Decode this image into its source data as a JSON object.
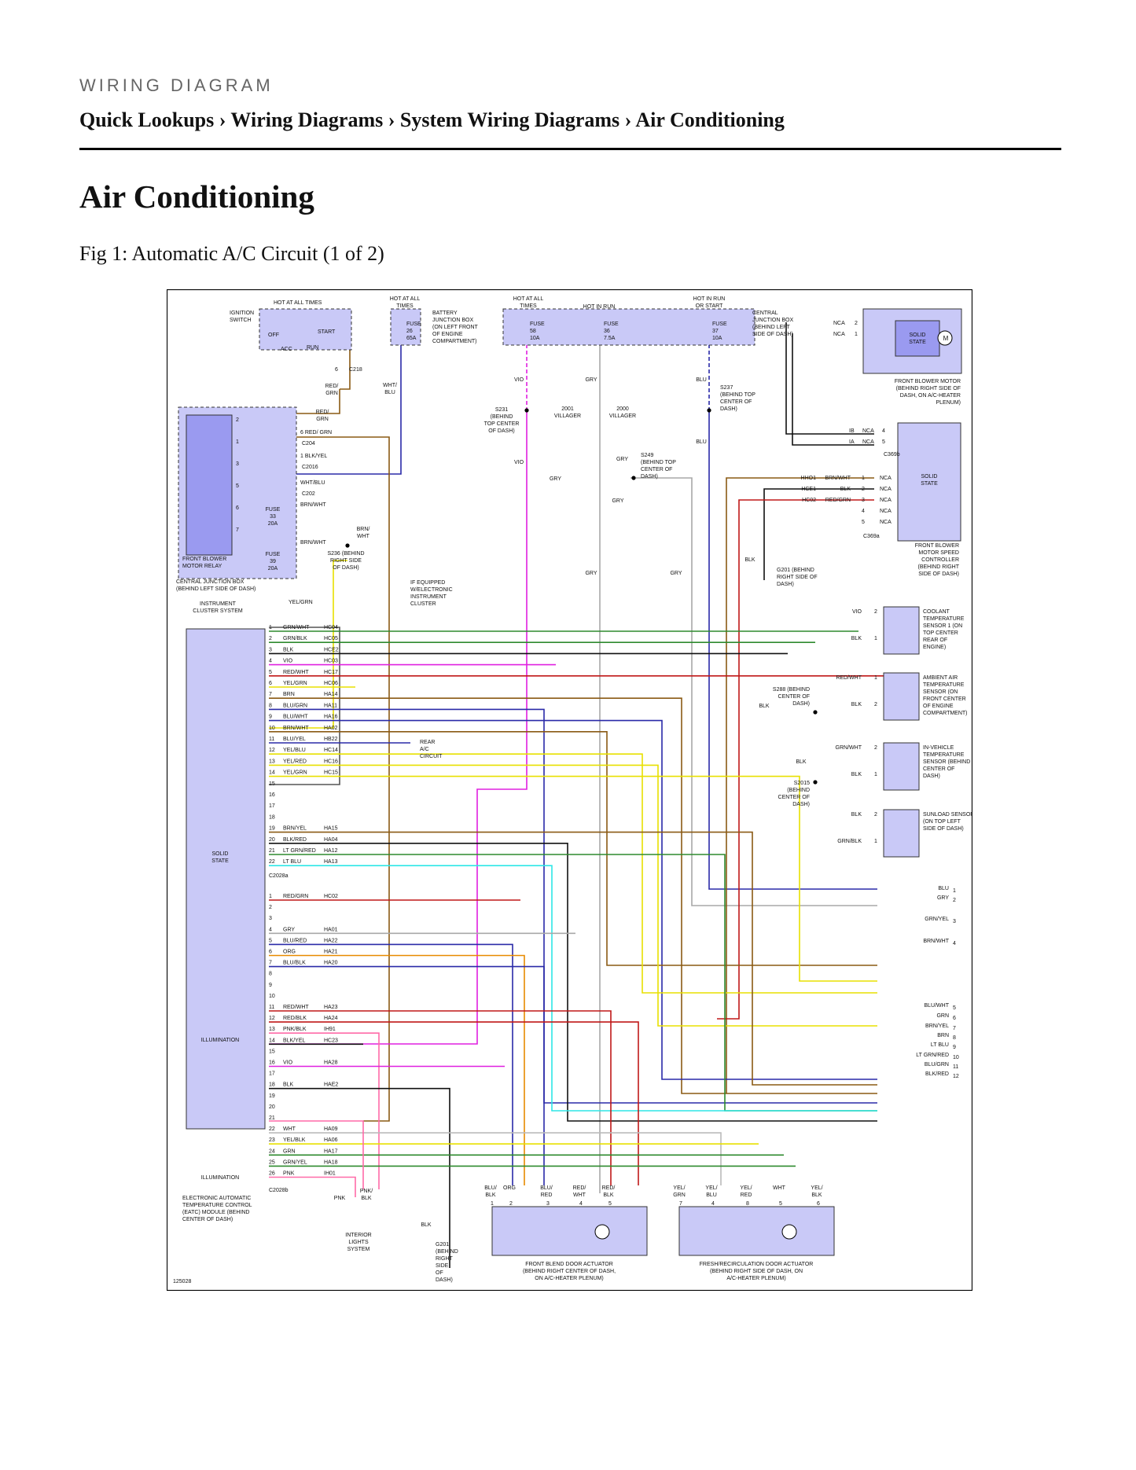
{
  "header": {
    "kicker": "WIRING DIAGRAM",
    "breadcrumb": "Quick Lookups › Wiring Diagrams › System Wiring Diagrams › Air Conditioning"
  },
  "page_title": "Air Conditioning",
  "figure_caption": "Fig 1: Automatic A/C Circuit (1 of 2)",
  "colors": {
    "component_fill": "#c9c9f7",
    "component_dark": "#9a9af0",
    "wire_vio": "#e020e0",
    "wire_blu": "#2a2aa8",
    "wire_gry": "#a8a8a8",
    "wire_brn": "#8a5a14",
    "wire_yel": "#e8e000",
    "wire_grn": "#2e8a2e",
    "wire_red": "#c01818",
    "wire_org": "#e88a00",
    "wire_lt_blu": "#2ee6e6",
    "wire_pnk": "#ff6aa8"
  },
  "diagram": {
    "power": {
      "hot_at_all_times": "HOT AT ALL TIMES",
      "ignition_switch": "IGNITION SWITCH",
      "switch_off": "OFF",
      "switch_start": "START",
      "switch_acc": "ACC",
      "switch_run": "RUN",
      "conn_c218": "C218",
      "pin_6": "6",
      "hot_at_all_times_2": "HOT AT ALL TIMES",
      "fuse_26": "FUSE 26 65A",
      "battery_jb": "BATTERY JUNCTION BOX (ON LEFT FRONT OF ENGINE COMPARTMENT)",
      "hot_at_all_times_3": "HOT AT ALL TIMES",
      "hot_in_run": "HOT IN RUN",
      "hot_in_run_or_start": "HOT IN RUN OR START",
      "fuse_58": "FUSE 58 10A",
      "fuse_36": "FUSE 36 7.5A",
      "fuse_37": "FUSE 37 10A",
      "central_jb": "CENTRAL JUNCTION BOX (BEHIND LEFT SIDE OF DASH)"
    },
    "front_blower_motor": {
      "label": "FRONT BLOWER MOTOR (BEHIND RIGHT SIDE OF DASH, ON A/C-HEATER PLENUM)",
      "solid_state": "SOLID STATE",
      "motor_symbol": "M",
      "pins": [
        {
          "wire": "NCA",
          "pin": "2"
        },
        {
          "wire": "NCA",
          "pin": "1"
        }
      ]
    },
    "blower_speed_controller": {
      "label": "FRONT BLOWER MOTOR SPEED CONTROLLER (BEHIND RIGHT SIDE OF DASH)",
      "solid_state": "SOLID STATE",
      "conn_c369b": "C369b",
      "conn_c369a": "C369a",
      "top_pins": [
        {
          "circuit": "IB",
          "wire": "NCA",
          "pin": "4"
        },
        {
          "circuit": "IA",
          "wire": "NCA",
          "pin": "5"
        }
      ],
      "pins": [
        {
          "circuit": "HHO1",
          "wire": "BRN/WHT",
          "pin": "1",
          "right": "NCA"
        },
        {
          "circuit": "HCE1",
          "wire": "BLK",
          "pin": "2",
          "right": "NCA"
        },
        {
          "circuit": "HC02",
          "wire": "RED/GRN",
          "pin": "3",
          "right": "NCA"
        },
        {
          "circuit": "",
          "wire": "",
          "pin": "4",
          "right": "NCA"
        },
        {
          "circuit": "",
          "wire": "",
          "pin": "5",
          "right": "NCA"
        }
      ]
    },
    "front_blower_relay": {
      "label": "FRONT BLOWER MOTOR RELAY",
      "cjb_label": "CENTRAL JUNCTION BOX (BEHIND LEFT SIDE OF DASH)",
      "fuse_33": "FUSE 33 20A",
      "fuse_39": "FUSE 39 20A",
      "relay_pins": [
        "2",
        "1",
        "3",
        "5",
        "6",
        "7"
      ]
    },
    "splices": {
      "s231": "S231 (BEHIND TOP CENTER OF DASH)",
      "s237": "S237 (BEHIND TOP CENTER OF DASH)",
      "s249": "S249 (BEHIND TOP CENTER OF DASH)",
      "s236": "S236 (BEHIND RIGHT SIDE OF DASH)",
      "s288": "S288 (BEHIND CENTER OF DASH)",
      "s2015": "S2015 (BEHIND CENTER OF DASH)",
      "villager_2001": "2001 VILLAGER",
      "villager_2000": "2000 VILLAGER",
      "g201_right": "G201 (BEHIND RIGHT SIDE OF DASH)",
      "g201_bottom": "G201 (BEHIND RIGHT SIDE OF DASH)"
    },
    "wire_labels": {
      "red_grn_a": "RED/ GRN",
      "red_grn_b": "RED/ GRN",
      "wht_blu": "WHT/ BLU",
      "vio_a": "VIO",
      "vio_b": "VIO",
      "gry_a": "GRY",
      "gry_b": "GRY",
      "gry_c": "GRY",
      "gry_d": "GRY",
      "gry_e": "GRY",
      "gry_f": "GRY",
      "blu_a": "BLU",
      "blu_b": "BLU",
      "blk_g201": "BLK",
      "brn_wht_a": "BRN/ WHT",
      "c204_1": "6 RED/ GRN",
      "c204_label": "C204",
      "c2016_pin": "1 BLK/YEL",
      "c2016_label": "C2016",
      "c202_wire": "WHT/BLU",
      "c202_label": "C202",
      "brn_wht_b": "BRN/WHT",
      "brn_wht_c": "BRN/WHT",
      "yel_grn_top": "YEL/GRN",
      "if_equipped": "IF EQUIPPED W/ELECTRONIC INSTRUMENT CLUSTER",
      "instrument_cluster": "INSTRUMENT CLUSTER SYSTEM",
      "rear_ac": "REAR A/C CIRCUIT",
      "interior_lights": "INTERIOR LIGHTS SYSTEM",
      "pnk": "PNK",
      "pnk_blk": "PNK/ BLK",
      "blk_bottom": "BLK",
      "vio_cts": "VIO",
      "blk_cts": "BLK",
      "red_wht_amb": "RED/WHT",
      "blk_amb": "BLK",
      "blk_s288": "BLK",
      "grn_wht_ivt": "GRN/WHT",
      "blk_ivt": "BLK",
      "blk_s2015": "BLK",
      "blk_sun": "BLK",
      "grn_blk_sun": "GRN/BLK",
      "diagram_number": "125028"
    },
    "sensors": [
      {
        "name": "COOLANT TEMPERATURE SENSOR 1 (ON TOP CENTER REAR OF ENGINE)",
        "pins": [
          "2",
          "1"
        ]
      },
      {
        "name": "AMBIENT AIR TEMPERATURE SENSOR (ON FRONT CENTER OF ENGINE COMPARTMENT)",
        "pins": [
          "1",
          "2"
        ]
      },
      {
        "name": "IN-VEHICLE TEMPERATURE SENSOR (BEHIND CENTER OF DASH)",
        "pins": [
          "2",
          "1"
        ]
      },
      {
        "name": "SUNLOAD SENSOR (ON TOP LEFT SIDE OF DASH)",
        "pins": [
          "2",
          "1"
        ]
      }
    ],
    "eatc": {
      "label": "ELECTRONIC AUTOMATIC TEMPERATURE CONTROL (EATC) MODULE (BEHIND CENTER OF DASH)",
      "solid_state": "SOLID STATE",
      "illumination_a": "ILLUMINATION",
      "illumination_b": "ILLUMINATION",
      "conn_a": "C2028a",
      "conn_b": "C2028b",
      "pins_a": [
        {
          "pin": "1",
          "wire": "GRN/WHT",
          "circuit": "HC04"
        },
        {
          "pin": "2",
          "wire": "GRN/BLK",
          "circuit": "HC05"
        },
        {
          "pin": "3",
          "wire": "BLK",
          "circuit": "HCE2"
        },
        {
          "pin": "4",
          "wire": "VIO",
          "circuit": "HC03"
        },
        {
          "pin": "5",
          "wire": "RED/WHT",
          "circuit": "HC17"
        },
        {
          "pin": "6",
          "wire": "YEL/GRN",
          "circuit": "HC06"
        },
        {
          "pin": "7",
          "wire": "BRN",
          "circuit": "HA14"
        },
        {
          "pin": "8",
          "wire": "BLU/GRN",
          "circuit": "HA11"
        },
        {
          "pin": "9",
          "wire": "BLU/WHT",
          "circuit": "HA16"
        },
        {
          "pin": "10",
          "wire": "BRN/WHT",
          "circuit": "HA02"
        },
        {
          "pin": "11",
          "wire": "BLU/YEL",
          "circuit": "HB22"
        },
        {
          "pin": "12",
          "wire": "YEL/BLU",
          "circuit": "HC14"
        },
        {
          "pin": "13",
          "wire": "YEL/RED",
          "circuit": "HC16"
        },
        {
          "pin": "14",
          "wire": "YEL/GRN",
          "circuit": "HC15"
        },
        {
          "pin": "15",
          "wire": "",
          "circuit": ""
        },
        {
          "pin": "16",
          "wire": "",
          "circuit": ""
        },
        {
          "pin": "17",
          "wire": "",
          "circuit": ""
        },
        {
          "pin": "18",
          "wire": "",
          "circuit": ""
        },
        {
          "pin": "19",
          "wire": "BRN/YEL",
          "circuit": "HA15"
        },
        {
          "pin": "20",
          "wire": "BLK/RED",
          "circuit": "HA04"
        },
        {
          "pin": "21",
          "wire": "LT GRN/RED",
          "circuit": "HA12"
        },
        {
          "pin": "22",
          "wire": "LT BLU",
          "circuit": "HA13"
        }
      ],
      "pins_b": [
        {
          "pin": "1",
          "wire": "RED/GRN",
          "circuit": "HC02"
        },
        {
          "pin": "2",
          "wire": "",
          "circuit": ""
        },
        {
          "pin": "3",
          "wire": "",
          "circuit": ""
        },
        {
          "pin": "4",
          "wire": "GRY",
          "circuit": "HA01"
        },
        {
          "pin": "5",
          "wire": "BLU/RED",
          "circuit": "HA22"
        },
        {
          "pin": "6",
          "wire": "ORG",
          "circuit": "HA21"
        },
        {
          "pin": "7",
          "wire": "BLU/BLK",
          "circuit": "HA20"
        },
        {
          "pin": "8",
          "wire": "",
          "circuit": ""
        },
        {
          "pin": "9",
          "wire": "",
          "circuit": ""
        },
        {
          "pin": "10",
          "wire": "",
          "circuit": ""
        },
        {
          "pin": "11",
          "wire": "RED/WHT",
          "circuit": "HA23"
        },
        {
          "pin": "12",
          "wire": "RED/BLK",
          "circuit": "HA24"
        },
        {
          "pin": "13",
          "wire": "PNK/BLK",
          "circuit": "IH91"
        },
        {
          "pin": "14",
          "wire": "BLK/YEL",
          "circuit": "HC23"
        },
        {
          "pin": "15",
          "wire": "",
          "circuit": ""
        },
        {
          "pin": "16",
          "wire": "VIO",
          "circuit": "HA28"
        },
        {
          "pin": "17",
          "wire": "",
          "circuit": ""
        },
        {
          "pin": "18",
          "wire": "BLK",
          "circuit": "HAE2"
        },
        {
          "pin": "19",
          "wire": "",
          "circuit": ""
        },
        {
          "pin": "20",
          "wire": "",
          "circuit": ""
        },
        {
          "pin": "21",
          "wire": "",
          "circuit": ""
        },
        {
          "pin": "22",
          "wire": "WHT",
          "circuit": "HA09"
        },
        {
          "pin": "23",
          "wire": "YEL/BLK",
          "circuit": "HA06"
        },
        {
          "pin": "24",
          "wire": "GRN",
          "circuit": "HA17"
        },
        {
          "pin": "25",
          "wire": "GRN/YEL",
          "circuit": "HA18"
        },
        {
          "pin": "26",
          "wire": "PNK",
          "circuit": "IH01"
        }
      ]
    },
    "offpage": [
      {
        "wire": "BLU",
        "pin": "1"
      },
      {
        "wire": "GRY",
        "pin": "2"
      },
      {
        "wire": "GRN/YEL",
        "pin": "3"
      },
      {
        "wire": "BRN/WHT",
        "pin": "4"
      },
      {
        "wire": "BLU/WHT",
        "pin": "5"
      },
      {
        "wire": "GRN",
        "pin": "6"
      },
      {
        "wire": "BRN/YEL",
        "pin": "7"
      },
      {
        "wire": "BRN",
        "pin": "8"
      },
      {
        "wire": "LT BLU",
        "pin": "9"
      },
      {
        "wire": "LT GRN/RED",
        "pin": "10"
      },
      {
        "wire": "BLU/GRN",
        "pin": "11"
      },
      {
        "wire": "BLK/RED",
        "pin": "12"
      }
    ],
    "front_blend_actuator": {
      "label": "FRONT BLEND DOOR ACTUATOR (BEHIND RIGHT CENTER OF DASH, ON A/C-HEATER PLENUM)",
      "pins": [
        {
          "wire": "BLU/ BLK",
          "pin": "1"
        },
        {
          "wire": "ORG",
          "pin": "2"
        },
        {
          "wire": "BLU/ RED",
          "pin": "3"
        },
        {
          "wire": "RED/ WHT",
          "pin": "4"
        },
        {
          "wire": "RED/ BLK",
          "pin": "5"
        }
      ]
    },
    "fresh_recirc_actuator": {
      "label": "FRESH/RECIRCULATION DOOR ACTUATOR (BEHIND RIGHT SIDE OF DASH, ON A/C-HEATER PLENUM)",
      "pins": [
        {
          "wire": "YEL/ GRN",
          "pin": "7"
        },
        {
          "wire": "YEL/ BLU",
          "pin": "4"
        },
        {
          "wire": "YEL/ RED",
          "pin": "8"
        },
        {
          "wire": "WHT",
          "pin": "5"
        },
        {
          "wire": "YEL/ BLK",
          "pin": "6"
        }
      ]
    }
  }
}
